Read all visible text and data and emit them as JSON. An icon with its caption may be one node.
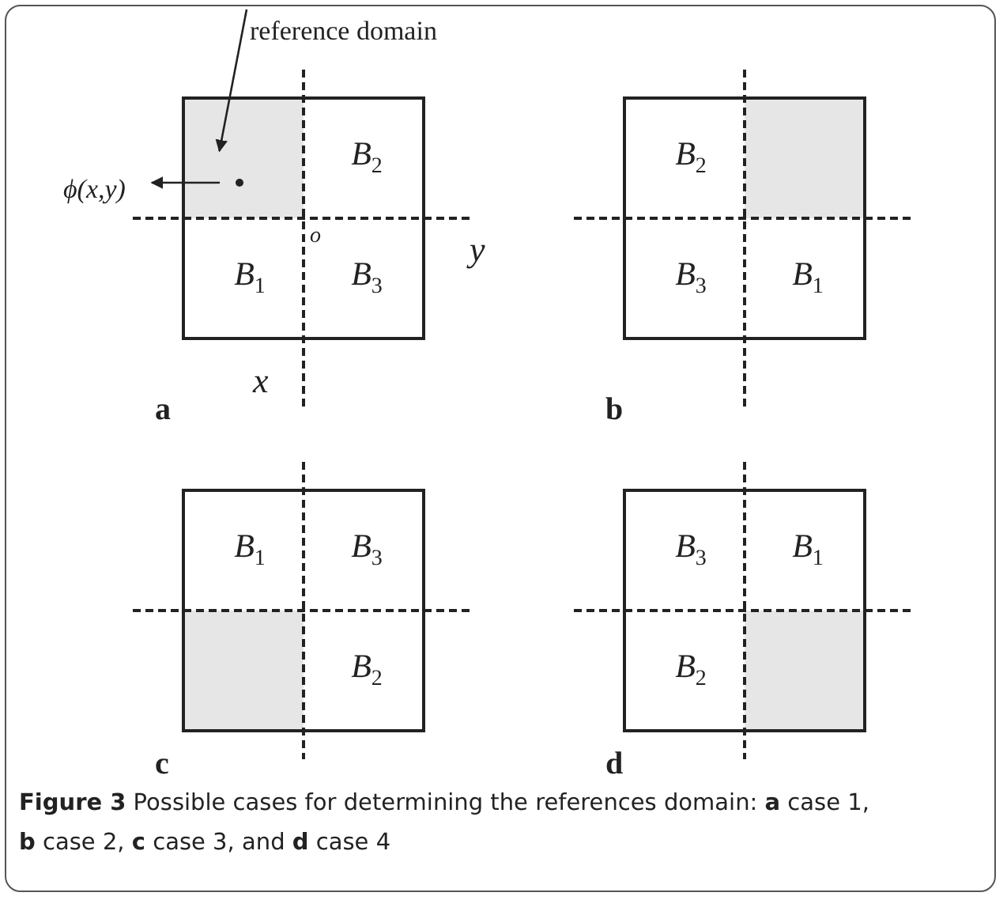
{
  "diagram": {
    "caption": "**Figure 3** Possible cases for determining the references domain: **a** case 1, **b** case 2, **c** case 3, and **d** case 4",
    "nodes": [
      {
        "text": [
          "reference domain"
        ]
      },
      {
        "text": [
          "ϕ(x,y)"
        ]
      },
      {
        "text": [],
        "shape": "box"
      },
      {
        "text": [],
        "shape": "circle",
        "in": 2
      },
      {
        "text": [
          "B$_{2}$"
        ]
      },
      {
        "text": [
          "B$_{1}$"
        ]
      },
      {
        "text": [
          "B$_{3}$"
        ]
      },
      {
        "text": [
          "B$_{2}$"
        ]
      },
      {
        "text": [],
        "shape": "box"
      },
      {
        "text": [
          "B$_{3}$"
        ]
      },
      {
        "text": [
          "B$_{1}$"
        ]
      },
      {
        "text": [
          "B$_{1}$"
        ]
      },
      {
        "text": [
          "B$_{3}$"
        ]
      },
      {
        "text": [],
        "shape": "box"
      },
      {
        "text": [
          "B$_{2}$"
        ]
      },
      {
        "text": [
          "B$_{3}$"
        ]
      },
      {
        "text": [
          "B$_{1}$"
        ]
      },
      {
        "text": [
          "B$_{2}$"
        ]
      },
      {
        "text": [],
        "shape": "box"
      }
    ],
    "edges": [
      {
        "from": 0,
        "to": 2,
        "arrow": "to"
      },
      {
        "from": 3,
        "to": 1,
        "arrow": "to"
      }
    ],
    "labels": [
      "o",
      "y",
      "x",
      "a",
      "b",
      "c",
      "d"
    ]
  }
}
